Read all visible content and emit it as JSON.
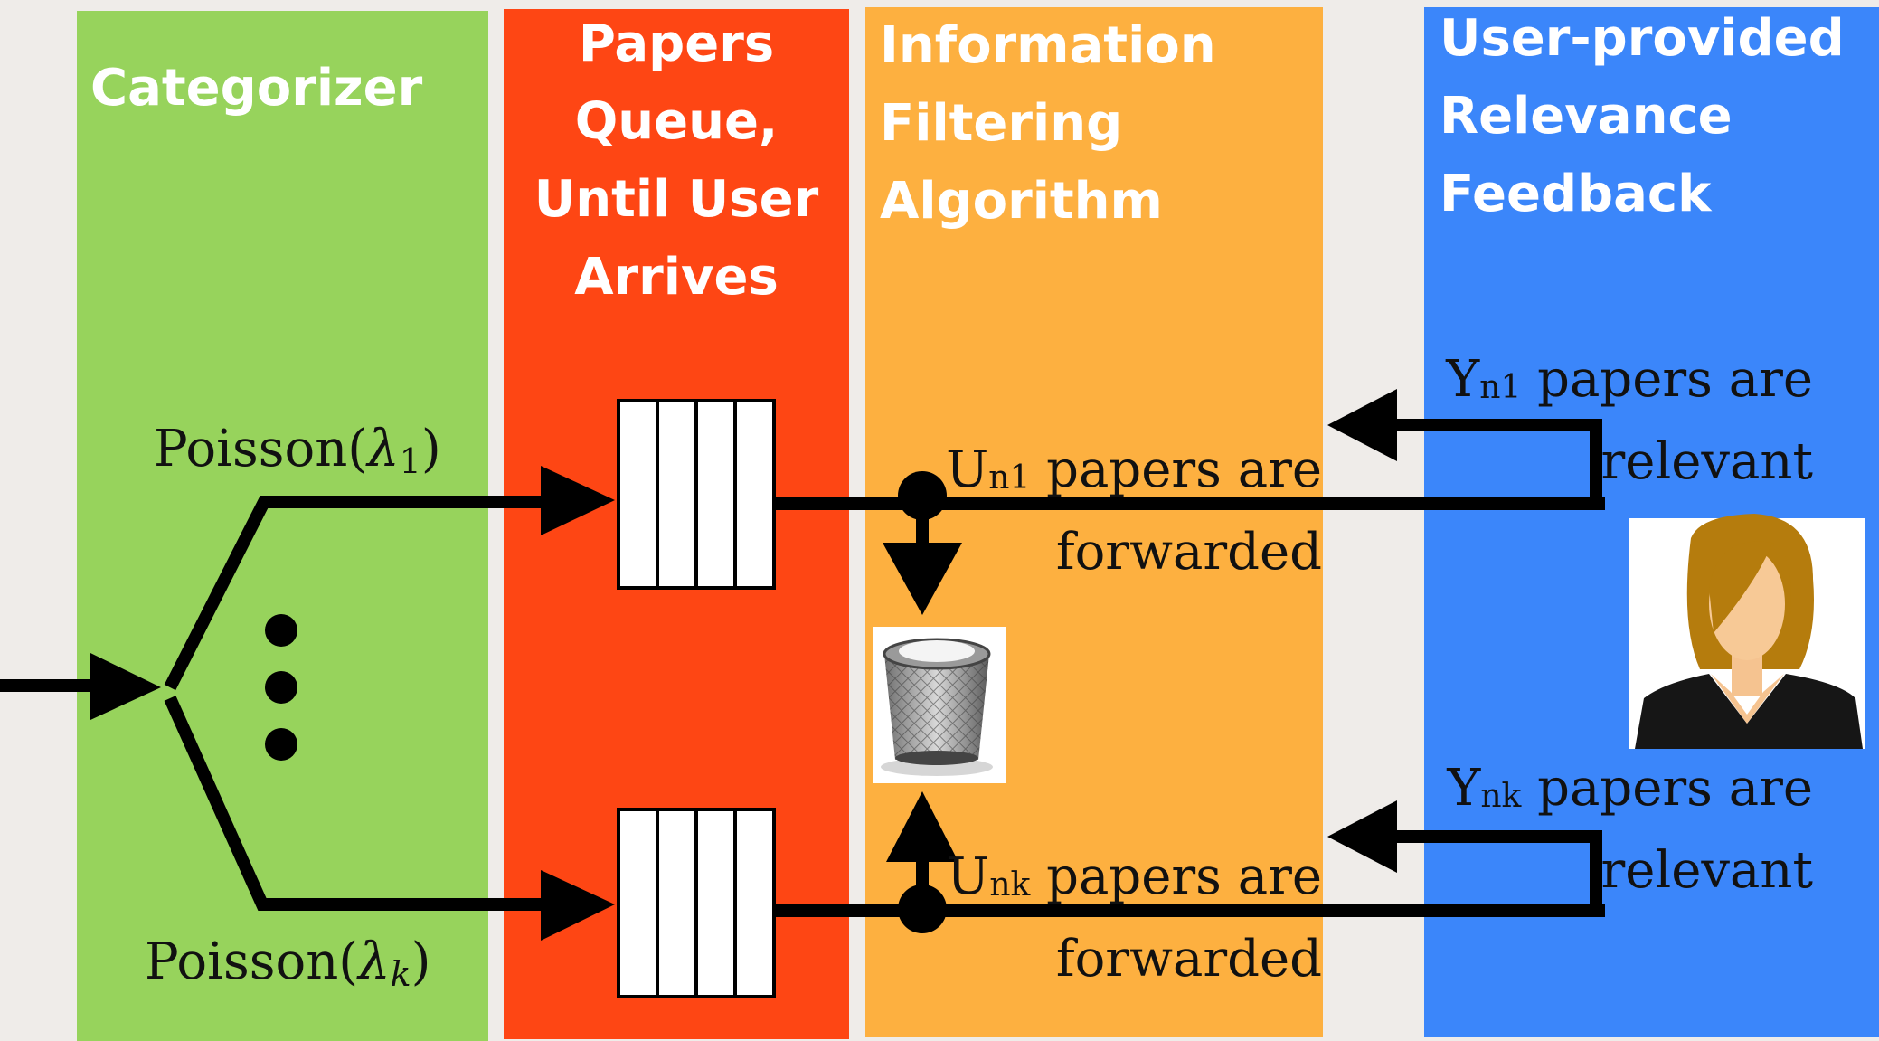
{
  "columns": {
    "categorizer": {
      "title_lines": [
        "Categorizer"
      ]
    },
    "queue": {
      "title_lines": [
        "Papers",
        "Queue,",
        "Until User",
        "Arrives"
      ]
    },
    "filter": {
      "title_lines": [
        "Information",
        "Filtering",
        "Algorithm"
      ]
    },
    "feedback": {
      "title_lines": [
        "User-provided",
        "Relevance",
        "Feedback"
      ]
    }
  },
  "streams": {
    "top": {
      "poisson_prefix": "Poisson(",
      "lambda": "λ",
      "lambda_sub": "1",
      "poisson_suffix": ")"
    },
    "bottom": {
      "poisson_prefix": "Poisson(",
      "lambda": "λ",
      "lambda_sub": "k",
      "poisson_suffix": ")"
    }
  },
  "forwarded": {
    "top": {
      "var": "U",
      "sub": "n1",
      "line1_rest": " papers are",
      "line2": "forwarded"
    },
    "bottom": {
      "var": "U",
      "sub": "nk",
      "line1_rest": " papers are",
      "line2": "forwarded"
    }
  },
  "relevant": {
    "top": {
      "var": "Y",
      "sub": "n1",
      "line1_rest": " papers are",
      "line2": "relevant"
    },
    "bottom": {
      "var": "Y",
      "sub": "nk",
      "line1_rest": " papers are",
      "line2": "relevant"
    }
  },
  "icons": [
    "trash-bin-icon",
    "user-avatar-icon"
  ],
  "colors": {
    "categorizer": "#97d35c",
    "queue": "#fe4614",
    "filter": "#fdb040",
    "feedback": "#3b86fa",
    "line": "#000000"
  }
}
